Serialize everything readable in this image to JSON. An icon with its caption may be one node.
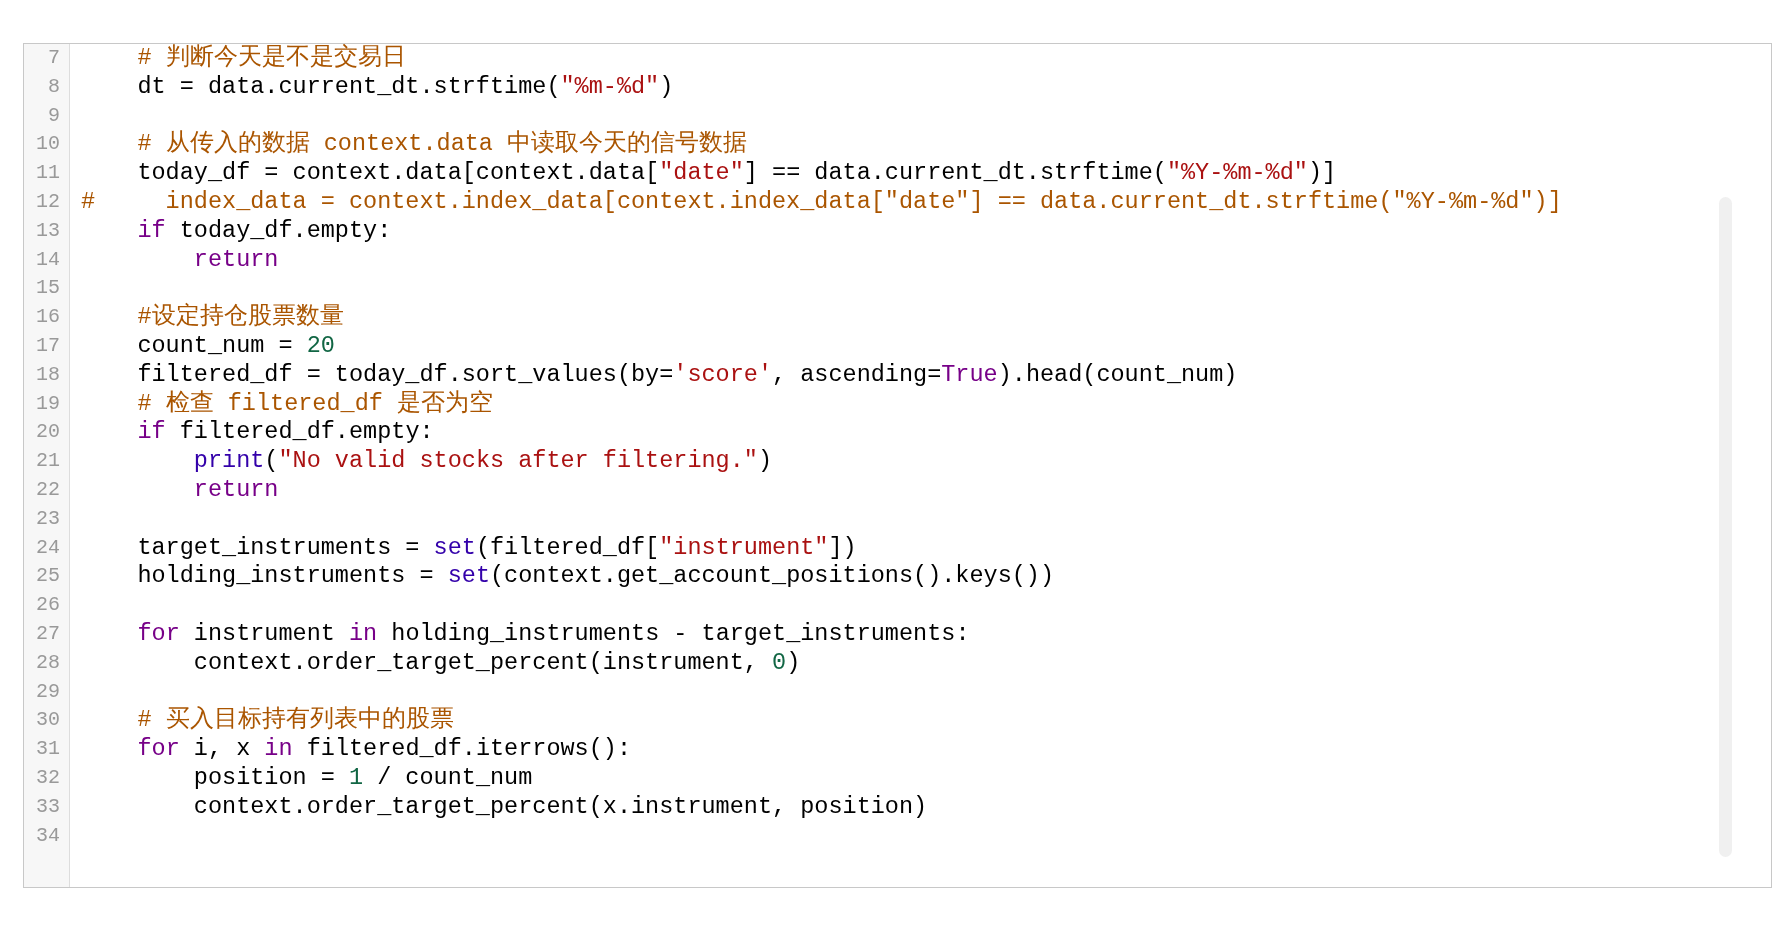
{
  "diagram": {
    "labels": [
      "7",
      "    # 判断今天是不是交易日",
      "8",
      "    dt = data.current_dt.strftime(\"%m-%d\")",
      "9",
      "10",
      "    # 从传入的数据 context.data 中读取今天的信号数据",
      "11",
      "    today_df = context.data[context.data[\"date\"] == data.current_dt.strftime(\"%Y-%m-%d\")]",
      "12",
      "#     index_data = context.index_data[context.index_data[\"date\"] == data.current_dt.strftime(\"%Y-%m-%d\")]",
      "13",
      "    if today_df.empty:",
      "14",
      "        return",
      "15",
      "16",
      "    #设定持仓股票数量",
      "17",
      "    count_num = 20",
      "18",
      "    filtered_df = today_df.sort_values(by='score', ascending=True).head(count_num)",
      "19",
      "    # 检查 filtered_df 是否为空",
      "20",
      "    if filtered_df.empty:",
      "21",
      "        print(\"No valid stocks after filtering.\")",
      "22",
      "        return",
      "23",
      "24",
      "    target_instruments = set(filtered_df[\"instrument\"])",
      "25",
      "    holding_instruments = set(context.get_account_positions().keys())",
      "26",
      "27",
      "    for instrument in holding_instruments - target_instruments:",
      "28",
      "        context.order_target_percent(instrument, 0)",
      "29",
      "30",
      "    # 买入目标持有列表中的股票",
      "31",
      "    for i, x in filtered_df.iterrows():",
      "32",
      "        position = 1 / count_num",
      "33",
      "        context.order_target_percent(x.instrument, position)",
      "34"
    ]
  }
}
